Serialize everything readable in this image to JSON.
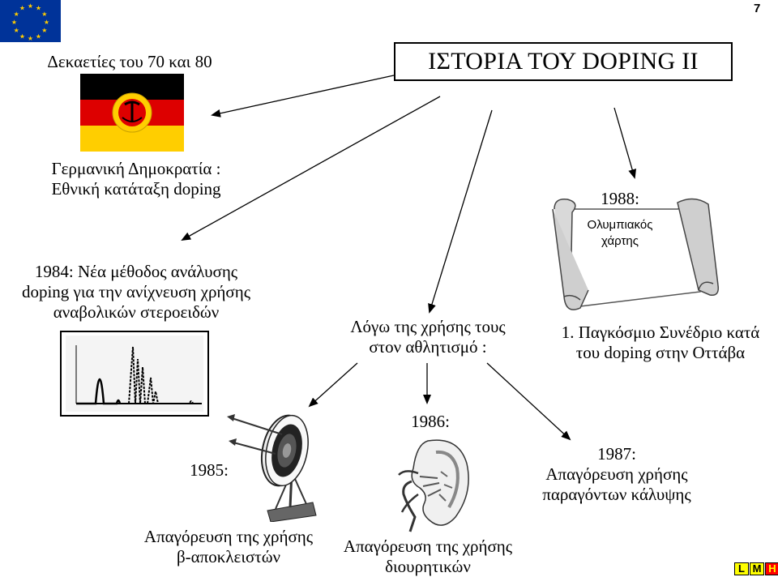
{
  "page_number": "7",
  "title": "ΙΣΤΟΡΙΑ ΤΟΥ DOPING II",
  "decades_label": "Δεκαετίες του 70 και 80",
  "gdr": {
    "line1": "Γερμανική Δημοκρατία :",
    "line2": "Εθνική κατάταξη doping"
  },
  "analysis_1984": {
    "line1": "1984: Νέα μέθοδος ανάλυσης",
    "line2": "doping για την ανίχνευση χρήσης",
    "line3": "αναβολικών στεροειδών"
  },
  "scroll_1988": {
    "year": "1988:",
    "scroll_line1": "Ολυμπιακός",
    "scroll_line2": "χάρτης"
  },
  "ottawa": {
    "line1": "1. Παγκόσμιο Συνέδριο κατά",
    "line2": "του doping στην Οττάβα"
  },
  "usage": {
    "line1": "Λόγω της χρήσης τους",
    "line2": "στον αθλητισμό :"
  },
  "ban_1985": {
    "year": "1985:",
    "line1": "Απαγόρευση της χρήσης",
    "line2": "β-αποκλειστών"
  },
  "ban_1986": {
    "year": "1986:",
    "line1": "Απαγόρευση της χρήσης",
    "line2": "διουρητικών"
  },
  "ban_1987": {
    "year": "1987:",
    "line1": "Απαγόρευση χρήσης",
    "line2": "παραγόντων κάλυψης"
  },
  "footer_logo": [
    "L",
    "M",
    "H"
  ],
  "colors": {
    "eu_blue": "#003399",
    "eu_star": "#ffcc00",
    "flag_black": "#000000",
    "flag_red": "#dd0000",
    "flag_gold": "#ffce00"
  },
  "icons": [
    "eu-flag-icon",
    "gdr-flag-icon",
    "chromatogram-icon",
    "scroll-icon",
    "archery-target-icon",
    "kidney-icon"
  ]
}
